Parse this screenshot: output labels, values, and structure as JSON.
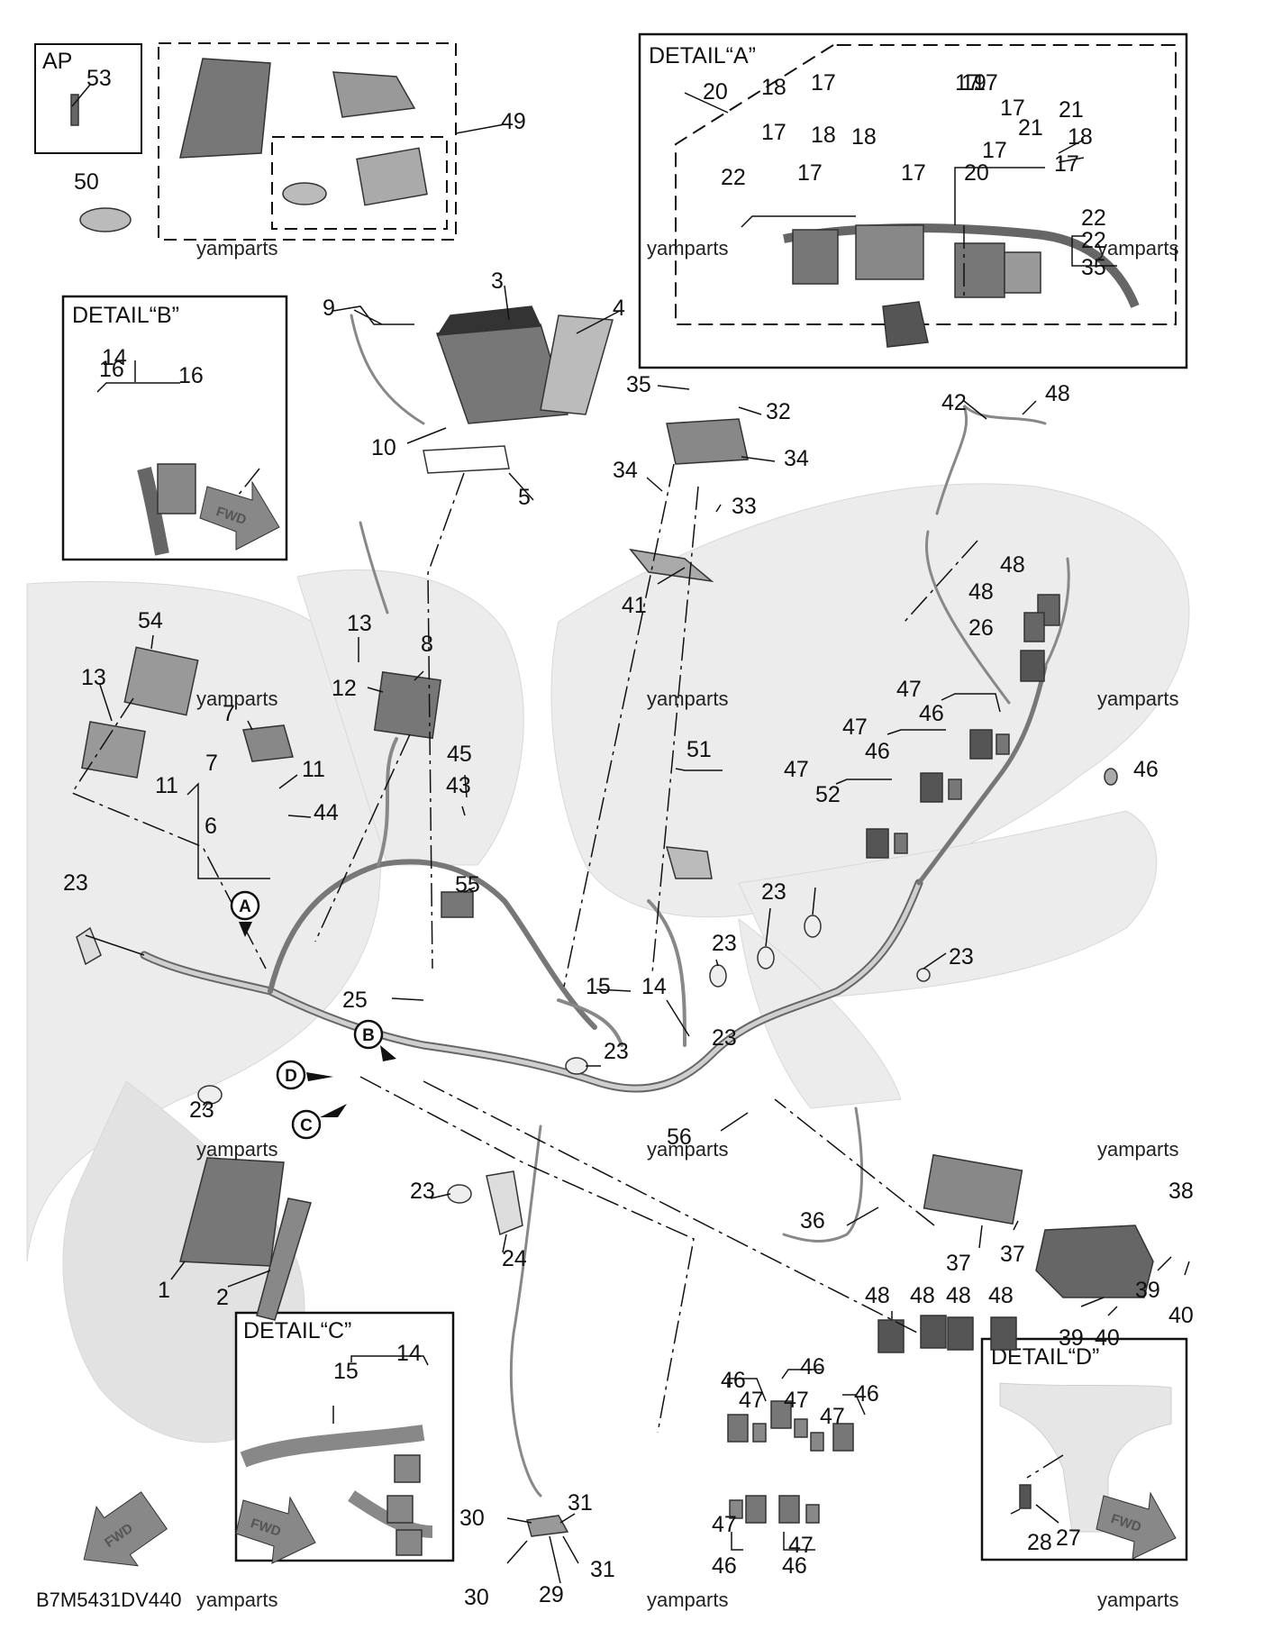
{
  "diagram": {
    "code_label": "B7M5431DV440",
    "watermark": "yamparts",
    "fwd_label": "FWD",
    "circle_markers": [
      "A",
      "B",
      "C",
      "D"
    ],
    "boxes": {
      "ap": "AP",
      "detail_a": "DETAIL“A”",
      "detail_b": "DETAIL“B”",
      "detail_c": "DETAIL“C”",
      "detail_d": "DETAIL“D”"
    },
    "callouts": [
      "53",
      "50",
      "49",
      "9",
      "3",
      "4",
      "10",
      "5",
      "14",
      "16",
      "16",
      "20",
      "18",
      "17",
      "17",
      "19",
      "17",
      "17",
      "21",
      "21",
      "18",
      "17",
      "17",
      "17",
      "18",
      "18",
      "17",
      "17",
      "20",
      "22",
      "22",
      "22",
      "35",
      "35",
      "32",
      "34",
      "34",
      "33",
      "41",
      "42",
      "48",
      "48",
      "48",
      "26",
      "46",
      "47",
      "46",
      "47",
      "46",
      "47",
      "52",
      "51",
      "54",
      "13",
      "13",
      "12",
      "8",
      "7",
      "7",
      "6",
      "11",
      "11",
      "44",
      "45",
      "43",
      "55",
      "23",
      "23",
      "23",
      "23",
      "23",
      "23",
      "23",
      "23",
      "25",
      "15",
      "14",
      "56",
      "36",
      "37",
      "37",
      "38",
      "39",
      "39",
      "40",
      "40",
      "1",
      "2",
      "24",
      "48",
      "48",
      "48",
      "48",
      "46",
      "46",
      "46",
      "47",
      "47",
      "47",
      "47",
      "47",
      "46",
      "46",
      "15",
      "14",
      "30",
      "30",
      "31",
      "31",
      "29",
      "28",
      "27"
    ]
  },
  "colors": {
    "line": "#111111",
    "component": "#777777",
    "component_dark": "#4a4a4a",
    "ghost": "#e6e6e6",
    "box_border": "#111111"
  }
}
